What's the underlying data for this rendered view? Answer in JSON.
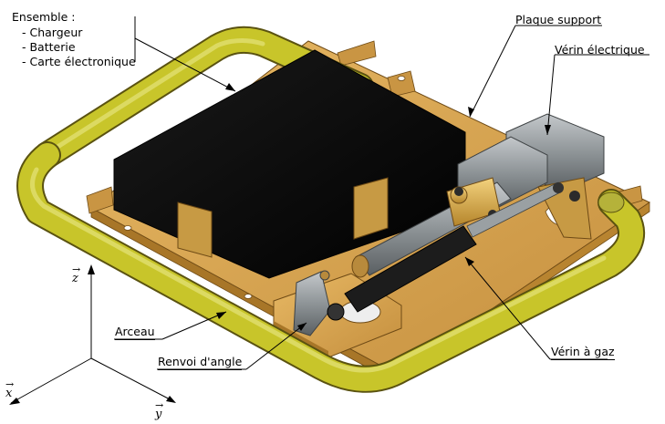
{
  "ensemble": {
    "title": "Ensemble :",
    "items": [
      "- Chargeur",
      "- Batterie",
      "- Carte électronique"
    ]
  },
  "labels": {
    "plaque_support": "Plaque support",
    "verin_electrique": "Vérin électrique",
    "arceau": "Arceau",
    "renvoi_angle": "Renvoi d'angle",
    "verin_gaz": "Vérin à gaz"
  },
  "axes": {
    "x": "x",
    "y": "y",
    "z": "z"
  },
  "colors": {
    "arceau_tube": "#c8c52a",
    "plaque": "#d6a24f",
    "boitier": "#0a0a0a",
    "verin_gris": "#8e9497",
    "verin_gaz": "#1c1c1c"
  }
}
